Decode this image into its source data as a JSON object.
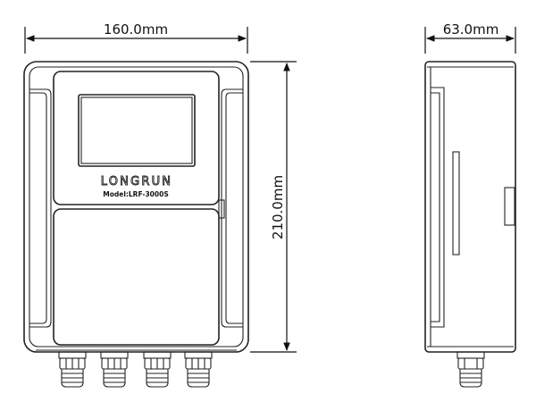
{
  "dimensions": {
    "width": "160.0mm",
    "height": "210.0mm",
    "depth": "63.0mm"
  },
  "label": {
    "brand": "LONGRUN",
    "model": "Model:LRF-3000S"
  }
}
